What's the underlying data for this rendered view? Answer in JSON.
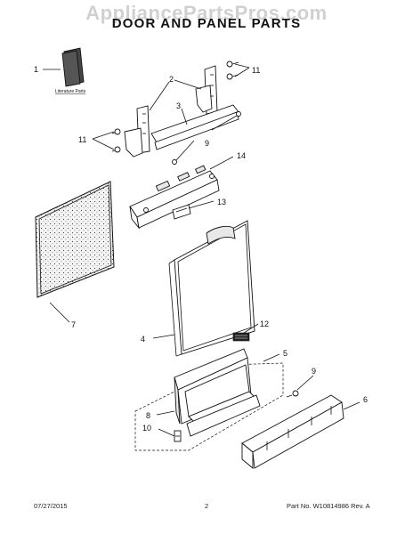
{
  "watermark": "AppliancePartsPros.com",
  "title": "DOOR AND PANEL PARTS",
  "literature_label": "Literature Parts",
  "callouts": {
    "c1": "1",
    "c2": "2",
    "c3": "3",
    "c4": "4",
    "c5": "5",
    "c6": "6",
    "c7": "7",
    "c8": "8",
    "c9a": "9",
    "c9b": "9",
    "c10": "10",
    "c11a": "11",
    "c11b": "11",
    "c12": "12",
    "c13": "13",
    "c14": "14"
  },
  "footer": {
    "date": "07/27/2015",
    "page": "2",
    "part_no": "Part No. W10814986  Rev. A"
  }
}
